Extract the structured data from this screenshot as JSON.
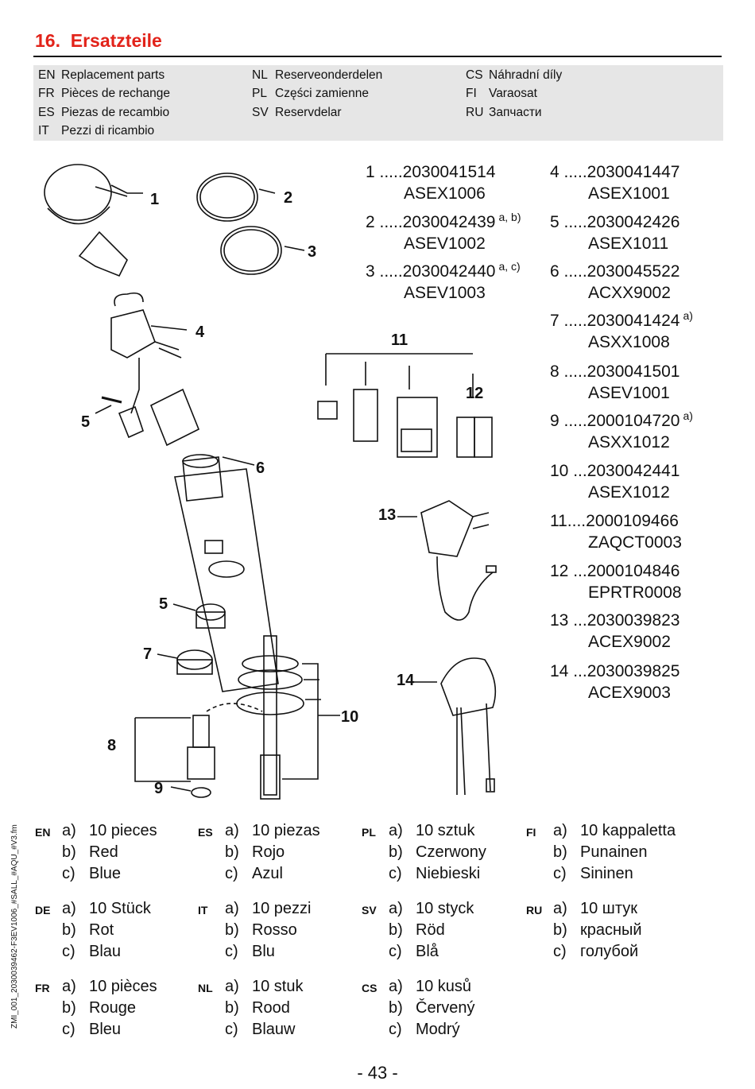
{
  "heading": {
    "number": "16.",
    "title": "Ersatzteile"
  },
  "languages": [
    {
      "code": "EN",
      "text": "Replacement parts"
    },
    {
      "code": "FR",
      "text": "Pièces de rechange"
    },
    {
      "code": "ES",
      "text": "Piezas de recambio"
    },
    {
      "code": "IT",
      "text": "Pezzi di ricambio"
    },
    {
      "code": "NL",
      "text": "Reserveonderdelen"
    },
    {
      "code": "PL",
      "text": "Części zamienne"
    },
    {
      "code": "SV",
      "text": "Reservdelar"
    },
    {
      "code": "CS",
      "text": "Náhradní díly"
    },
    {
      "code": "FI",
      "text": "Varaosat"
    },
    {
      "code": "RU",
      "text": "Запчасти"
    }
  ],
  "parts": [
    {
      "line": "1 .....2030041514",
      "sup": "",
      "code": "ASEX1006"
    },
    {
      "line": "2 .....2030042439",
      "sup": "a, b)",
      "code": "ASEV1002"
    },
    {
      "line": "3 .....2030042440",
      "sup": "a, c)",
      "code": "ASEV1003"
    },
    {
      "line": "4 .....2030041447",
      "sup": "",
      "code": "ASEX1001"
    },
    {
      "line": "5 .....2030042426",
      "sup": "",
      "code": "ASEX1011"
    },
    {
      "line": "6 .....2030045522",
      "sup": "",
      "code": "ACXX9002"
    },
    {
      "line": "7 .....2030041424",
      "sup": "a)",
      "code": "ASXX1008"
    },
    {
      "line": "8 .....2030041501",
      "sup": "",
      "code": "ASEV1001"
    },
    {
      "line": "9 .....2000104720",
      "sup": "a)",
      "code": "ASXX1012"
    },
    {
      "line": "10 ...2030042441",
      "sup": "",
      "code": "ASEX1012"
    },
    {
      "line": "11....2000109466",
      "sup": "",
      "code": "ZAQCT0003"
    },
    {
      "line": "12 ...2000104846",
      "sup": "",
      "code": "EPRTR0008"
    },
    {
      "line": "13 ...2030039823",
      "sup": "",
      "code": "ACEX9002"
    },
    {
      "line": "14 ...2030039825",
      "sup": "",
      "code": "ACEX9003"
    }
  ],
  "callouts": [
    "1",
    "2",
    "3",
    "4",
    "5",
    "6",
    "5",
    "7",
    "8",
    "9",
    "10",
    "11",
    "12",
    "13",
    "14"
  ],
  "footnotes": [
    {
      "code": "EN",
      "a": "10 pieces",
      "b": "Red",
      "c": "Blue"
    },
    {
      "code": "ES",
      "a": "10 piezas",
      "b": "Rojo",
      "c": "Azul"
    },
    {
      "code": "PL",
      "a": "10 sztuk",
      "b": "Czerwony",
      "c": "Niebieski"
    },
    {
      "code": "FI",
      "a": "10 kappaletta",
      "b": "Punainen",
      "c": "Sininen"
    },
    {
      "code": "DE",
      "a": "10 Stück",
      "b": "Rot",
      "c": "Blau"
    },
    {
      "code": "IT",
      "a": "10 pezzi",
      "b": "Rosso",
      "c": "Blu"
    },
    {
      "code": "SV",
      "a": "10 styck",
      "b": "Röd",
      "c": "Blå"
    },
    {
      "code": "RU",
      "a": "10 штук",
      "b": "красный",
      "c": "голубой"
    },
    {
      "code": "FR",
      "a": "10 pièces",
      "b": "Rouge",
      "c": "Bleu"
    },
    {
      "code": "NL",
      "a": "10 stuk",
      "b": "Rood",
      "c": "Blauw"
    },
    {
      "code": "CS",
      "a": "10 kusů",
      "b": "Červený",
      "c": "Modrý"
    }
  ],
  "footnote_letters": {
    "a": "a)",
    "b": "b)",
    "c": "c)"
  },
  "sidebar_text": "ZMI_001_2030039462-F3EV1006_#SALL_#AQU_#V3.fm",
  "page_number": "- 43 -",
  "colors": {
    "heading": "#e2231a",
    "lang_box": "#e6e6e6"
  }
}
